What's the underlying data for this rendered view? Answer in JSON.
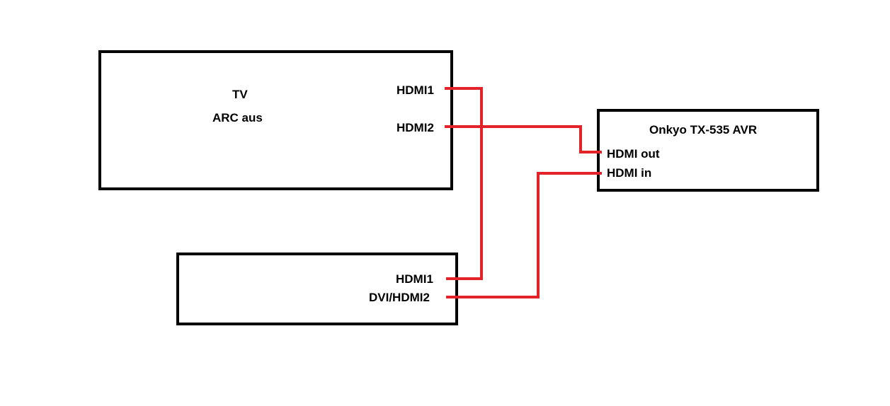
{
  "colors": {
    "box_border": "#000000",
    "cable": "#e3222a",
    "background": "#ffffff"
  },
  "devices": {
    "tv": {
      "title": "TV",
      "subtitle": "ARC aus",
      "ports": {
        "hdmi1": "HDMI1",
        "hdmi2": "HDMI2"
      }
    },
    "source": {
      "ports": {
        "hdmi1": "HDMI1",
        "dvi_hdmi2": "DVI/HDMI2"
      }
    },
    "avr": {
      "title": "Onkyo TX-535 AVR",
      "ports": {
        "hdmi_out": "HDMI out",
        "hdmi_in": "HDMI in"
      }
    }
  },
  "connections": [
    {
      "from": "TV HDMI1",
      "to": "HDMI1"
    },
    {
      "from": "TV HDMI2",
      "to": "HDMI out"
    },
    {
      "from": "DVI/HDMI2",
      "to": "HDMI in"
    }
  ]
}
